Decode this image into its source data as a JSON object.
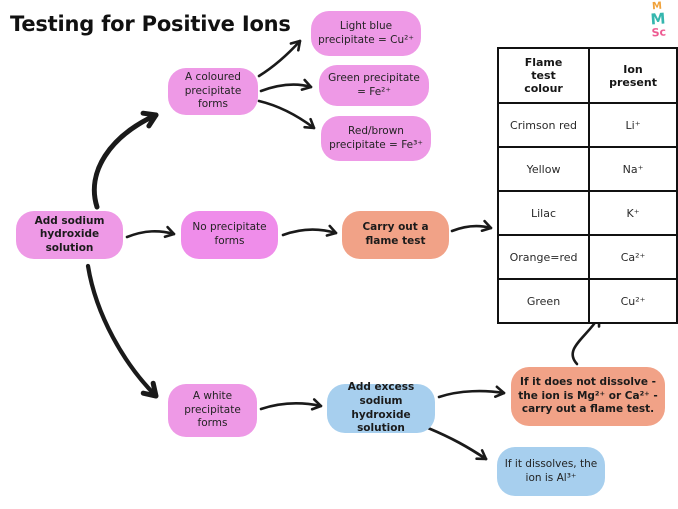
{
  "title": "Testing for Positive Ions",
  "logo": {
    "line1": "M",
    "line2": "M",
    "line3": "Sc"
  },
  "flow": {
    "add_naoh": "Add sodium hydroxide solution",
    "coloured": "A coloured precipitate forms",
    "light_blue": "Light blue precipitate = Cu²⁺",
    "green": "Green precipitate = Fe²⁺",
    "red_brown": "Red/brown precipitate = Fe³⁺",
    "no_precip": "No precipitate forms",
    "flame_test": "Carry out a flame test",
    "white_precip": "A white precipitate forms",
    "excess_naoh": "Add excess sodium hydroxide solution",
    "not_dissolve": "If it does not dissolve - the ion is Mg²⁺ or Ca²⁺ - carry out a flame test.",
    "dissolves": "If it dissolves, the ion is Al³⁺"
  },
  "table": {
    "headers": [
      "Flame test colour",
      "Ion present"
    ],
    "rows": [
      [
        "Crimson red",
        "Li⁺"
      ],
      [
        "Yellow",
        "Na⁺"
      ],
      [
        "Lilac",
        "K⁺"
      ],
      [
        "Orange=red",
        "Ca²⁺"
      ],
      [
        "Green",
        "Cu²⁺"
      ]
    ]
  },
  "colors": {
    "pink": "#ee99e6",
    "magenta": "#ef8dea",
    "orange": "#f1a287",
    "blue": "#a7cfee",
    "arrow": "#1a1a1a",
    "table_border": "#111111"
  }
}
